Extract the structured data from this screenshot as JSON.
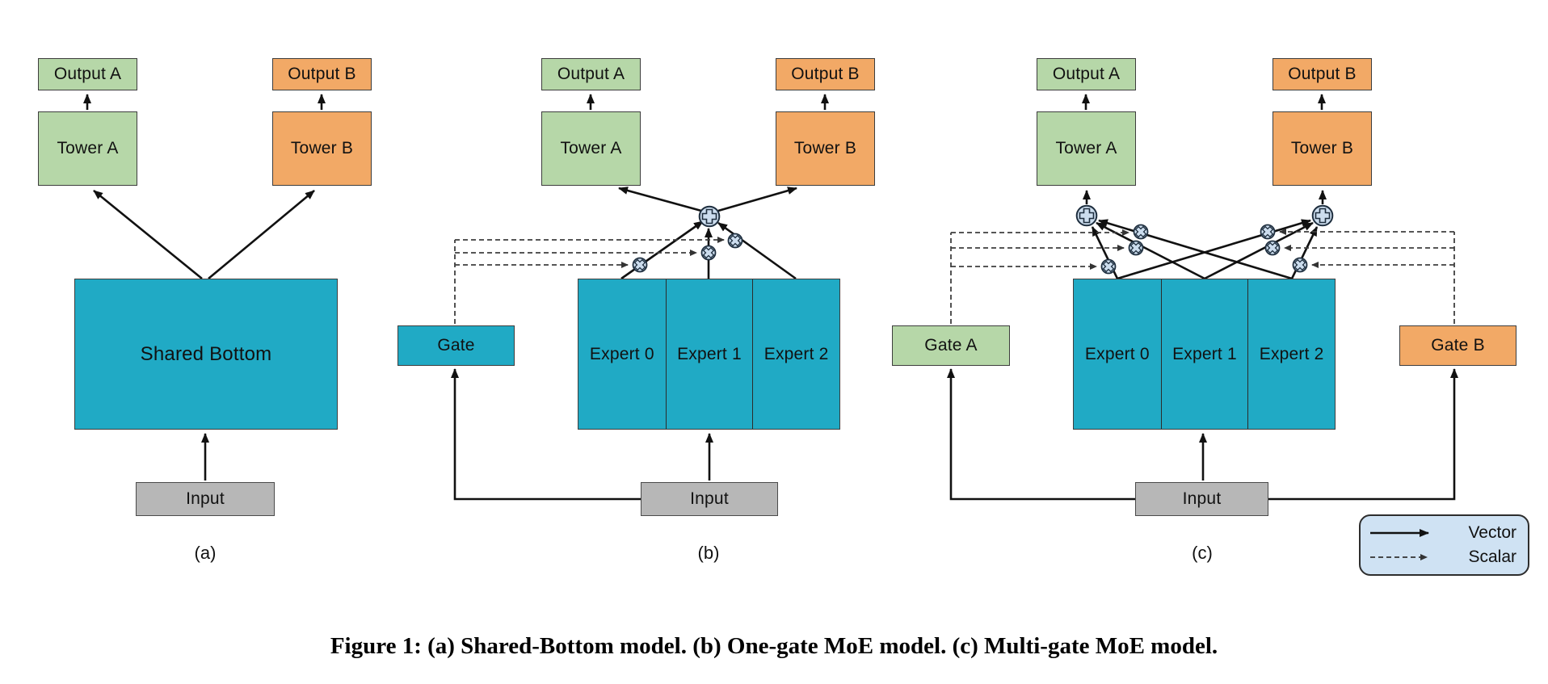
{
  "figure": {
    "caption": "Figure 1: (a) Shared-Bottom model. (b) One-gate MoE model. (c) Multi-gate MoE model."
  },
  "legend": {
    "vector": "Vector",
    "scalar": "Scalar"
  },
  "panel_a": {
    "label": "(a)",
    "output_a": "Output A",
    "output_b": "Output B",
    "tower_a": "Tower A",
    "tower_b": "Tower B",
    "shared_bottom": "Shared Bottom",
    "input": "Input"
  },
  "panel_b": {
    "label": "(b)",
    "output_a": "Output A",
    "output_b": "Output B",
    "tower_a": "Tower A",
    "tower_b": "Tower B",
    "gate": "Gate",
    "experts": [
      "Expert 0",
      "Expert 1",
      "Expert 2"
    ],
    "input": "Input"
  },
  "panel_c": {
    "label": "(c)",
    "output_a": "Output A",
    "output_b": "Output B",
    "tower_a": "Tower A",
    "tower_b": "Tower B",
    "gate_a": "Gate A",
    "gate_b": "Gate B",
    "experts": [
      "Expert 0",
      "Expert 1",
      "Expert 2"
    ],
    "input": "Input"
  },
  "colors": {
    "teal": "#20aac5",
    "green": "#b6d7a8",
    "orange": "#f2a966",
    "gray": "#b7b7b7",
    "node_fill": "#ccddee",
    "node_stroke": "#1e2e3e",
    "legend_fill": "#cfe2f3"
  }
}
